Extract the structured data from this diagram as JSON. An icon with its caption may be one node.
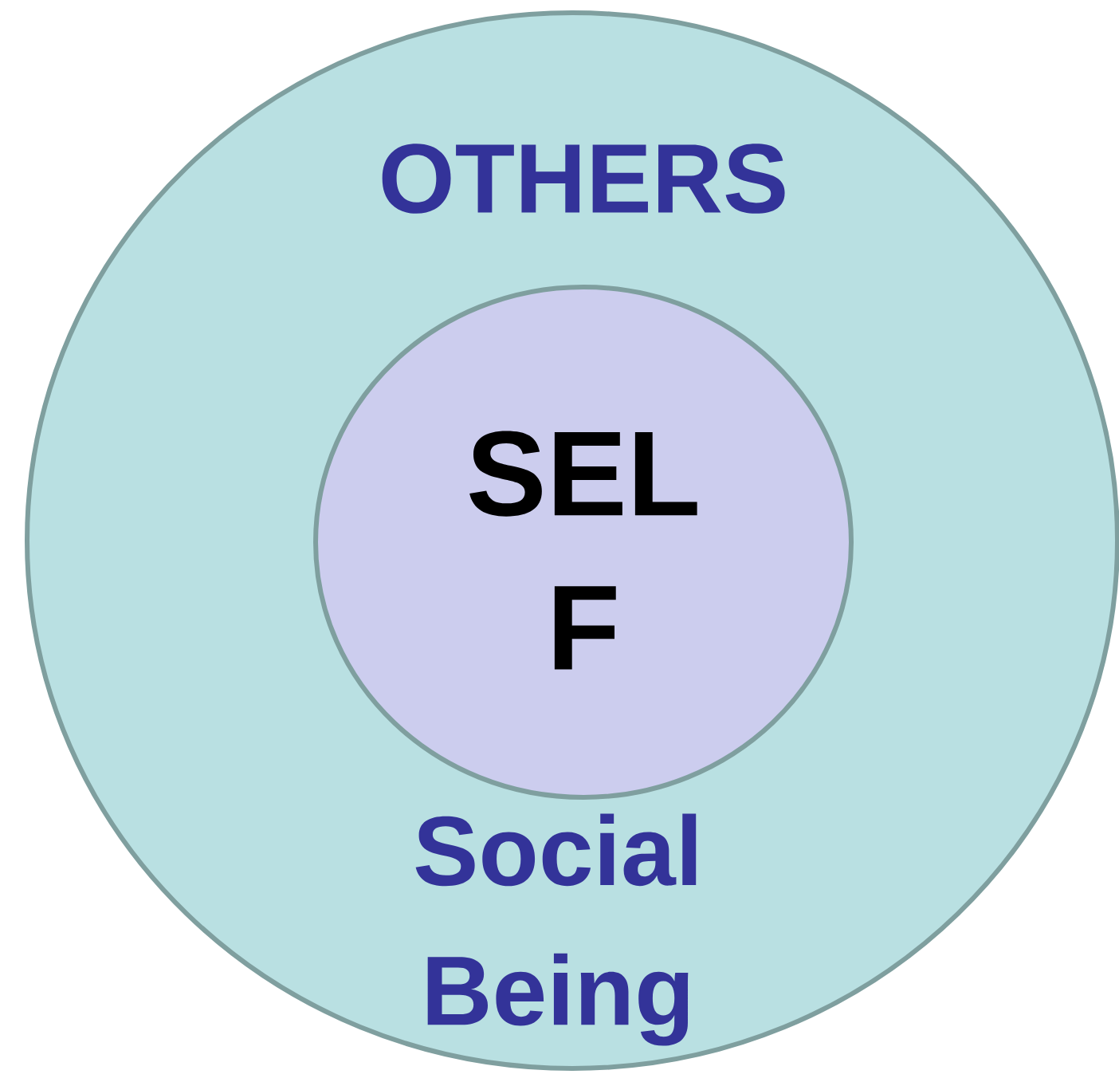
{
  "diagram": {
    "nodes": [
      {
        "text": [
          "OTHERS",
          "Social Being"
        ]
      },
      {
        "text": [
          "SEL F"
        ],
        "in": 0
      }
    ]
  }
}
